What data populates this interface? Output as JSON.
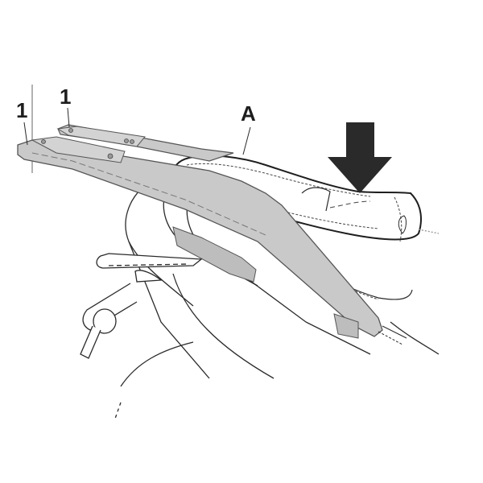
{
  "diagram": {
    "type": "technical-assembly-illustration",
    "subject": "motorcycle rear luggage rack / top-case mounting plate over pillion seat",
    "labels": [
      {
        "id": "callout-1-left",
        "text": "1",
        "points_to": "rack frame left rail end"
      },
      {
        "id": "callout-1-right",
        "text": "1",
        "points_to": "rack mounting plate"
      },
      {
        "id": "callout-a",
        "text": "A",
        "points_to": "passenger seat"
      }
    ],
    "arrow": {
      "direction": "down",
      "target": "rear of seat",
      "color": "#2a2a2a"
    },
    "colors": {
      "background": "#ffffff",
      "line": "#2a2a2a",
      "rack_fill": "#c9c9c9",
      "rack_stroke": "#555555"
    }
  }
}
